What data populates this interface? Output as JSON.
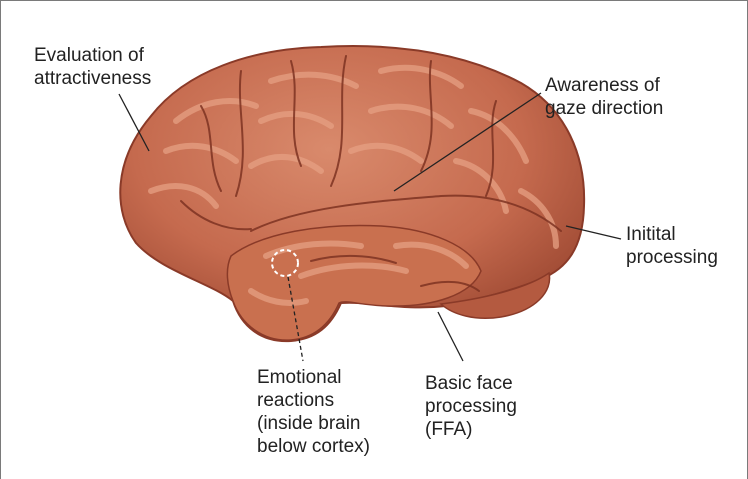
{
  "labels": {
    "attractiveness": [
      "Evaluation of",
      "attractiveness"
    ],
    "gaze": [
      "Awareness of",
      "gaze direction"
    ],
    "initial": [
      "Initital",
      "processing"
    ],
    "emotional": [
      "Emotional",
      "reactions",
      "(inside brain",
      "below cortex)"
    ],
    "ffa": [
      "Basic face",
      "processing",
      "(FFA)"
    ]
  },
  "colors": {
    "brain_fill": "#c56a4e",
    "brain_shadow": "#8a3a28",
    "gyrus_highlight": "#e6a083",
    "sulcus": "#7e3322",
    "leader_line": "#222222",
    "frame": "#7a7a7a"
  }
}
